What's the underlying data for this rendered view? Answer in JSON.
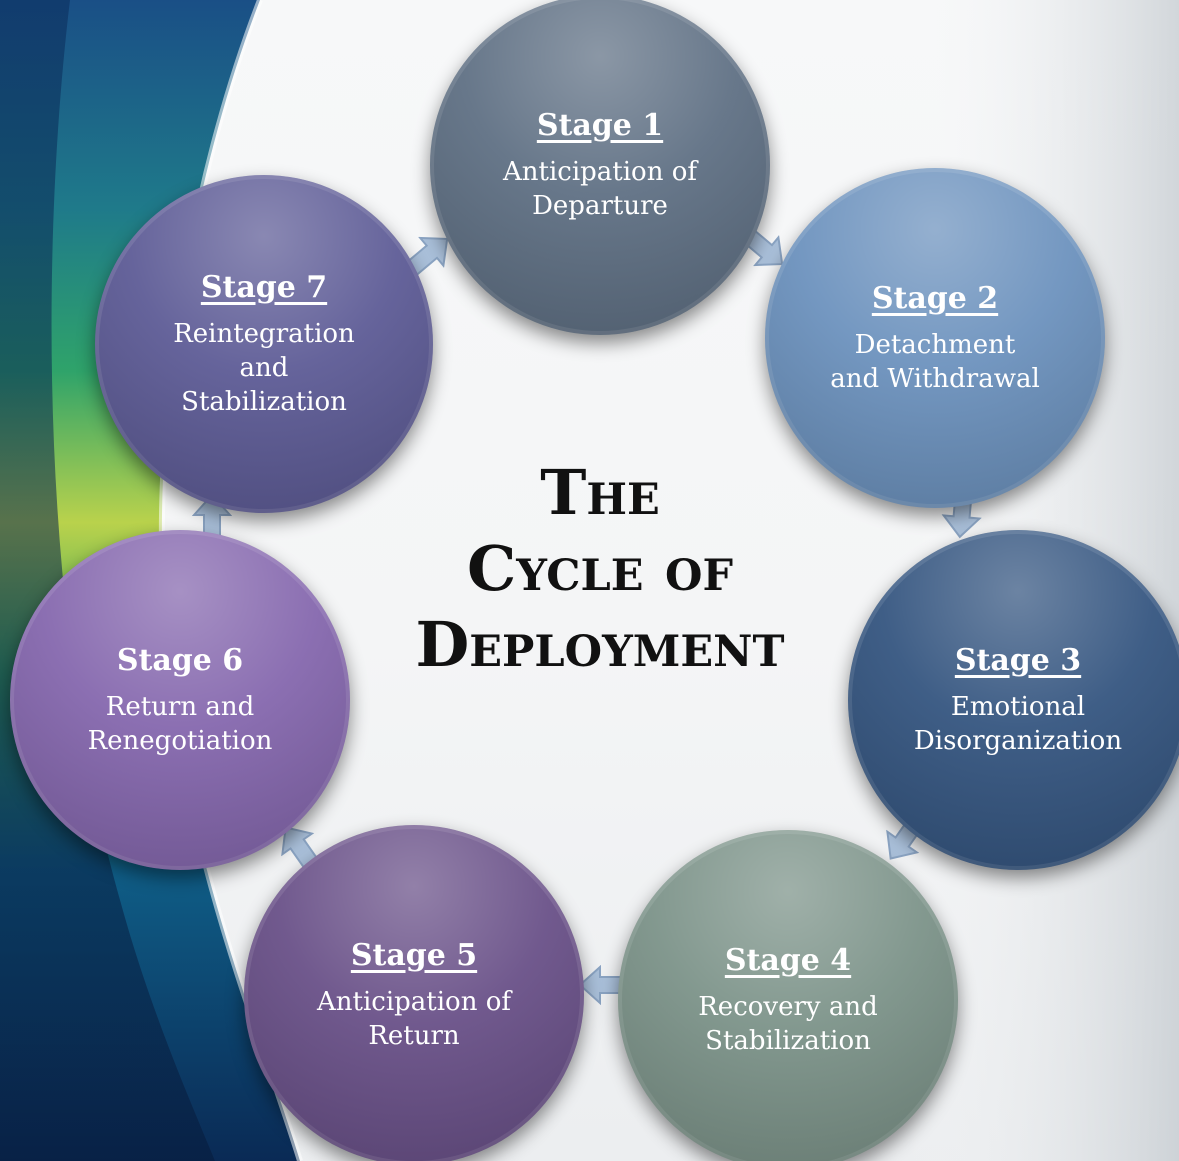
{
  "title": {
    "line1": "The",
    "line2": "Cycle of",
    "line3": "Deployment"
  },
  "stages": [
    {
      "label": "Stage 1",
      "desc1": "Anticipation of",
      "desc2": "Departure",
      "color": "#5e6f83"
    },
    {
      "label": "Stage 2",
      "desc1": "Detachment",
      "desc2": "and Withdrawal",
      "color": "#6b91bd"
    },
    {
      "label": "Stage 3",
      "desc1": "Emotional",
      "desc2": "Disorganization",
      "color": "#33547f"
    },
    {
      "label": "Stage 4",
      "desc1": "Recovery and",
      "desc2": "Stabilization",
      "color": "#7b9288"
    },
    {
      "label": "Stage 5",
      "desc1": "Anticipation of",
      "desc2": "Return",
      "color": "#684f87"
    },
    {
      "label": "Stage 6",
      "desc1": "Return and",
      "desc2": "Renegotiation",
      "color": "#8466ad"
    },
    {
      "label": "Stage 7",
      "desc1": "Reintegration",
      "desc2": "and",
      "desc3": "Stabilization",
      "color": "#5c5a95"
    }
  ],
  "colors": {
    "arrow_fill": "#a9bfd9",
    "swoosh_dark": "#0d3a6b",
    "swoosh_green": "#3fae5a",
    "swoosh_lime": "#b8d34a"
  }
}
